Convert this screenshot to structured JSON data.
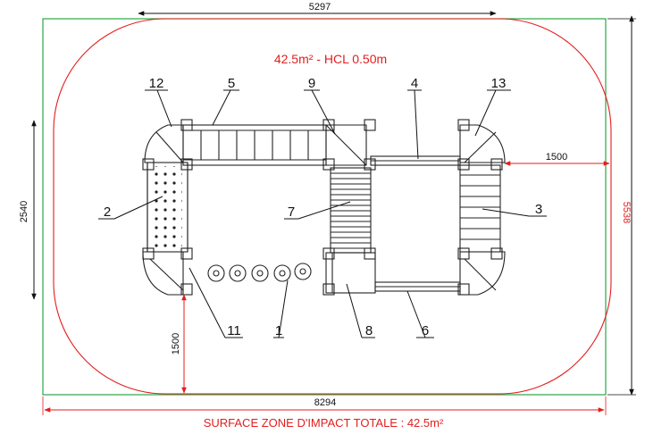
{
  "colors": {
    "impact_zone": "#e41d1d",
    "outer_boundary": "#28a745",
    "structure": "#222222"
  },
  "area_label": "42.5m² - HCL 0.50m",
  "footer_label": "SURFACE ZONE D'IMPACT TOTALE : 42.5m²",
  "dimensions": {
    "top_width": "5297",
    "bottom_width": "8294",
    "left_height": "2540",
    "right_height": "5538",
    "right_clearance": "1500",
    "bottom_clearance": "1500"
  },
  "callouts": [
    "1",
    "2",
    "3",
    "4",
    "5",
    "6",
    "7",
    "8",
    "9",
    "11",
    "12",
    "13"
  ]
}
